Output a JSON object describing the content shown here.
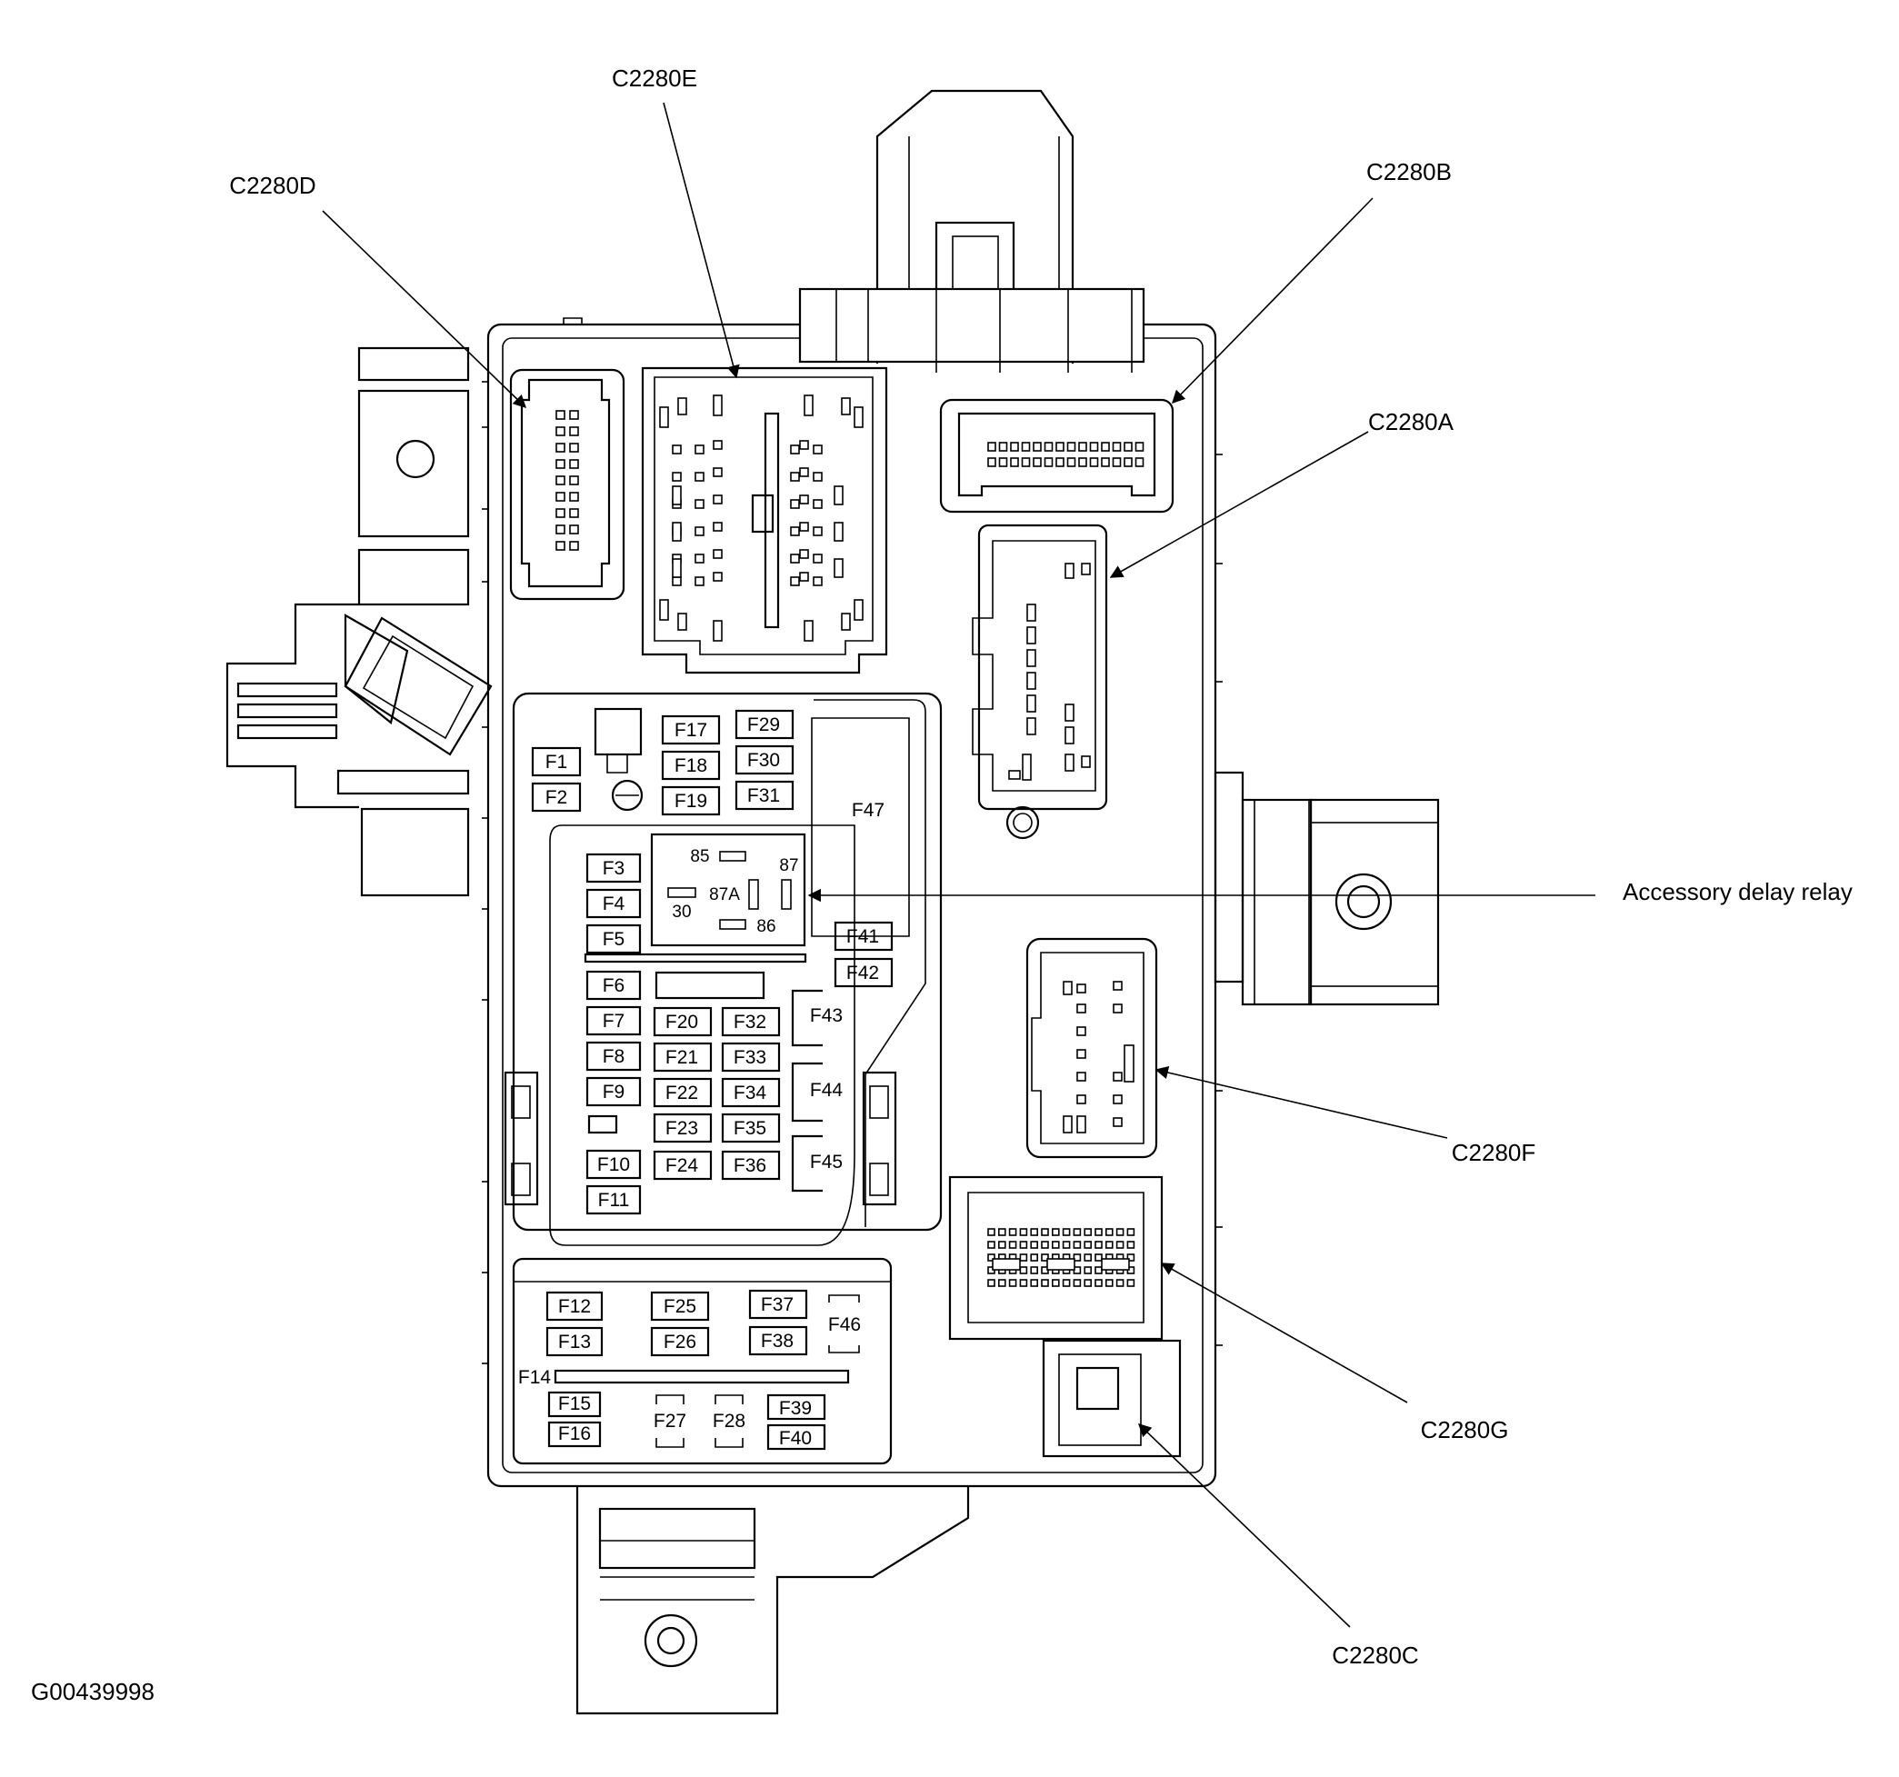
{
  "labels": {
    "c2280d": "C2280D",
    "c2280e": "C2280E",
    "c2280b": "C2280B",
    "c2280a": "C2280A",
    "c2280f": "C2280F",
    "c2280g": "C2280G",
    "c2280c": "C2280C",
    "accessory_delay_relay": "Accessory delay relay",
    "figure_id": "G00439998"
  },
  "relay_pins": {
    "p85": "85",
    "p87": "87",
    "p87a": "87A",
    "p30": "30",
    "p86": "86"
  },
  "fuses": {
    "f1": "F1",
    "f2": "F2",
    "f3": "F3",
    "f4": "F4",
    "f5": "F5",
    "f6": "F6",
    "f7": "F7",
    "f8": "F8",
    "f9": "F9",
    "f10": "F10",
    "f11": "F11",
    "f12": "F12",
    "f13": "F13",
    "f14": "F14",
    "f15": "F15",
    "f16": "F16",
    "f17": "F17",
    "f18": "F18",
    "f19": "F19",
    "f20": "F20",
    "f21": "F21",
    "f22": "F22",
    "f23": "F23",
    "f24": "F24",
    "f25": "F25",
    "f26": "F26",
    "f27": "F27",
    "f28": "F28",
    "f29": "F29",
    "f30": "F30",
    "f31": "F31",
    "f32": "F32",
    "f33": "F33",
    "f34": "F34",
    "f35": "F35",
    "f36": "F36",
    "f37": "F37",
    "f38": "F38",
    "f39": "F39",
    "f40": "F40",
    "f41": "F41",
    "f42": "F42",
    "f43": "F43",
    "f44": "F44",
    "f45": "F45",
    "f46": "F46",
    "f47": "F47"
  }
}
